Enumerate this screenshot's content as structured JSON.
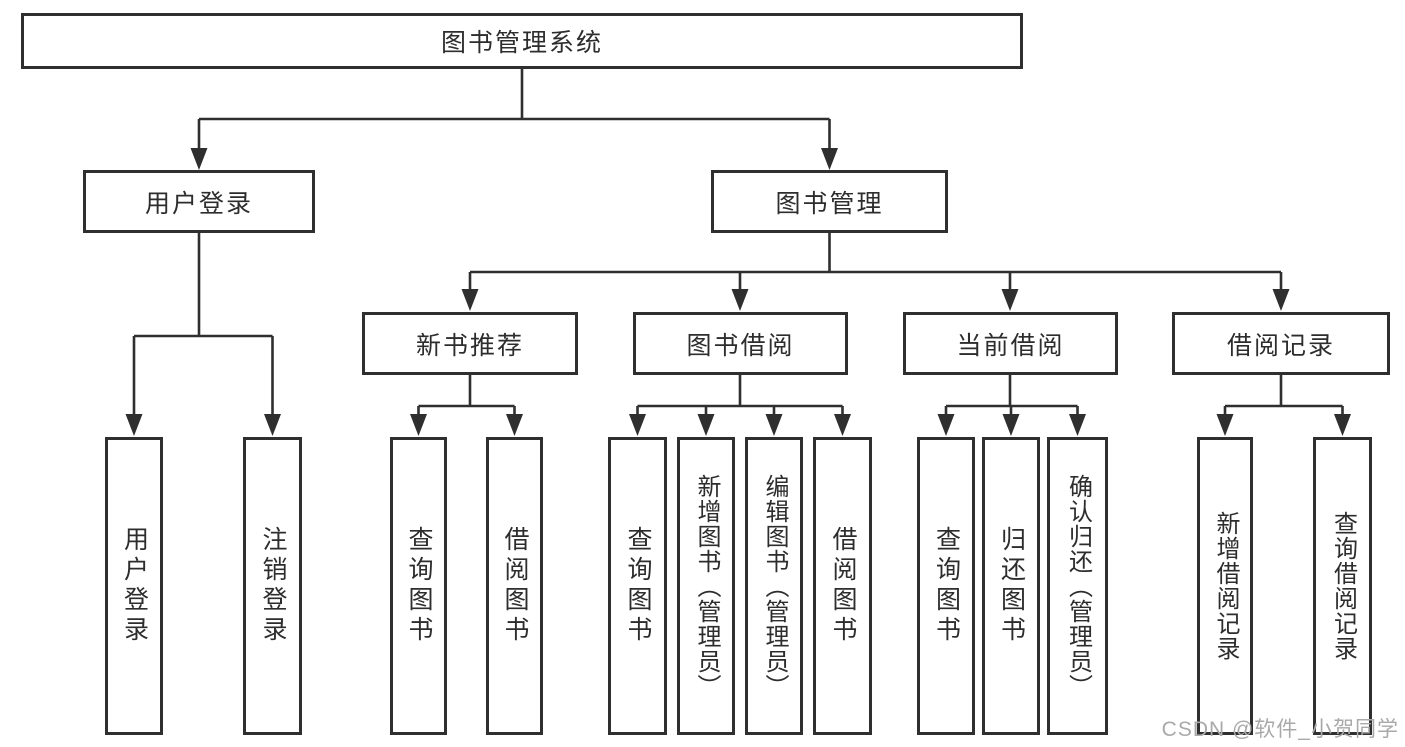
{
  "tree": {
    "root": {
      "label": "图书管理系统"
    },
    "branches": [
      {
        "label": "用户登录",
        "children": [
          {
            "label": "用户登录"
          },
          {
            "label": "注销登录"
          }
        ]
      },
      {
        "label": "图书管理",
        "children": [
          {
            "label": "新书推荐",
            "children": [
              {
                "label": "查询图书"
              },
              {
                "label": "借阅图书"
              }
            ]
          },
          {
            "label": "图书借阅",
            "children": [
              {
                "label": "查询图书"
              },
              {
                "label": "新增图书（管理员）"
              },
              {
                "label": "编辑图书（管理员）"
              },
              {
                "label": "借阅图书"
              }
            ]
          },
          {
            "label": "当前借阅",
            "children": [
              {
                "label": "查询图书"
              },
              {
                "label": "归还图书"
              },
              {
                "label": "确认归还（管理员）"
              }
            ]
          },
          {
            "label": "借阅记录",
            "children": [
              {
                "label": "新增借阅记录"
              },
              {
                "label": "查询借阅记录"
              }
            ]
          }
        ]
      }
    ]
  },
  "watermark": {
    "text": "CSDN @软件_小贺同学"
  },
  "colors": {
    "line": "#2f2f2f",
    "text": "#2d2d2d",
    "watermark": "#a9a9a9",
    "background": "#ffffff"
  }
}
